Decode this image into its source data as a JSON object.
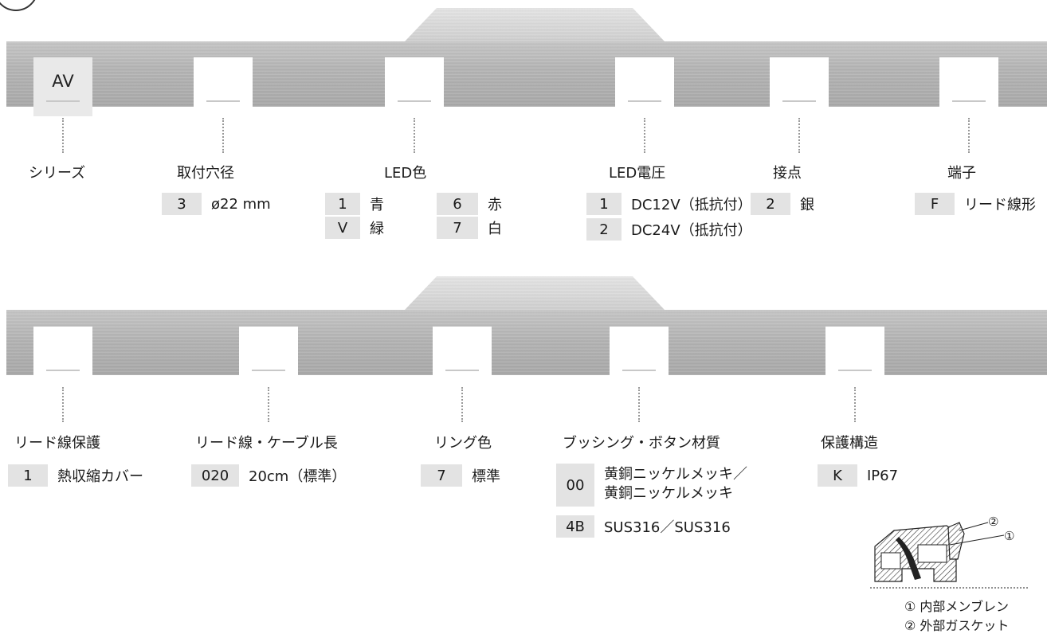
{
  "top": {
    "series": {
      "label": "シリーズ",
      "value": "AV"
    },
    "mount": {
      "label": "取付穴径",
      "options": [
        {
          "code": "3",
          "text": "ø22 mm"
        }
      ]
    },
    "led_color": {
      "label": "LED色",
      "options": [
        {
          "code": "1",
          "text": "青"
        },
        {
          "code": "6",
          "text": "赤"
        },
        {
          "code": "V",
          "text": "緑"
        },
        {
          "code": "7",
          "text": "白"
        }
      ]
    },
    "led_voltage": {
      "label": "LED電圧",
      "options": [
        {
          "code": "1",
          "text": "DC12V（抵抗付）"
        },
        {
          "code": "2",
          "text": "DC24V（抵抗付）"
        }
      ]
    },
    "contact": {
      "label": "接点",
      "options": [
        {
          "code": "2",
          "text": "銀"
        }
      ]
    },
    "terminal": {
      "label": "端子",
      "options": [
        {
          "code": "F",
          "text": "リード線形"
        }
      ]
    }
  },
  "bottom": {
    "lead_protection": {
      "label": "リード線保護",
      "options": [
        {
          "code": "1",
          "text": "熱収縮カバー"
        }
      ]
    },
    "lead_length": {
      "label": "リード線・ケーブル長",
      "options": [
        {
          "code": "020",
          "text": "20cm（標準）"
        }
      ]
    },
    "ring_color": {
      "label": "リング色",
      "options": [
        {
          "code": "7",
          "text": "標準"
        }
      ]
    },
    "bushing": {
      "label": "ブッシング・ボタン材質",
      "options": [
        {
          "code": "00",
          "text_line1": "黄銅ニッケルメッキ／",
          "text_line2": "黄銅ニッケルメッキ"
        },
        {
          "code": "4B",
          "text": "SUS316／SUS316"
        }
      ]
    },
    "protection": {
      "label": "保護構造",
      "options": [
        {
          "code": "K",
          "text": "IP67"
        }
      ]
    }
  },
  "figure": {
    "marker1": "①",
    "marker2": "②",
    "caption1": "① 内部メンブレン",
    "caption2": "② 外部ガスケット"
  }
}
